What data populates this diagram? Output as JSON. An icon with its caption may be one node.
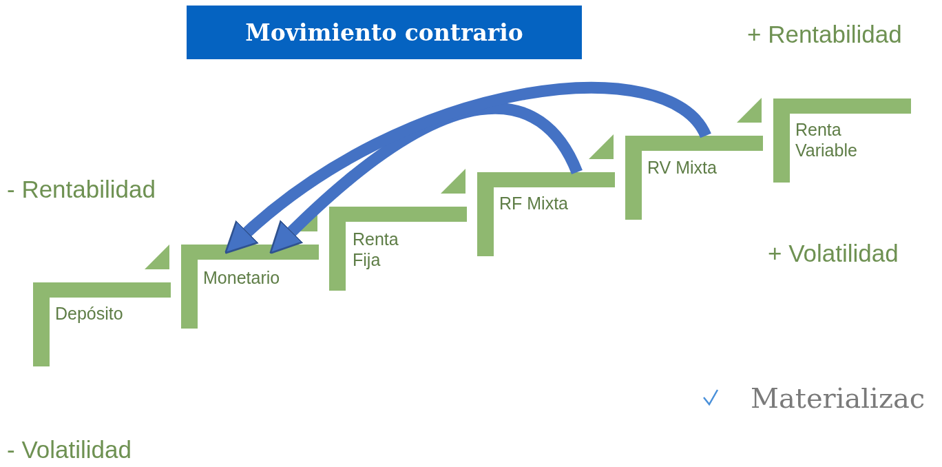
{
  "diagram": {
    "title": "Movimiento contrario",
    "nodes": [
      {
        "text": [
          "Depósito"
        ]
      },
      {
        "text": [
          "Monetario"
        ]
      },
      {
        "text": [
          "Renta Fija"
        ]
      },
      {
        "text": [
          "RF Mixta"
        ]
      },
      {
        "text": [
          "RV Mixta"
        ]
      },
      {
        "text": [
          "Renta Variable"
        ]
      }
    ],
    "edges": [
      {
        "from": 3,
        "to": 1,
        "arrow": "to"
      },
      {
        "from": 4,
        "to": 1,
        "arrow": "to"
      }
    ],
    "labels": [
      "+ Rentabilidad",
      "- Rentabilidad",
      "+ Volatilidad",
      "Materializac",
      "- Volatilidad"
    ]
  }
}
